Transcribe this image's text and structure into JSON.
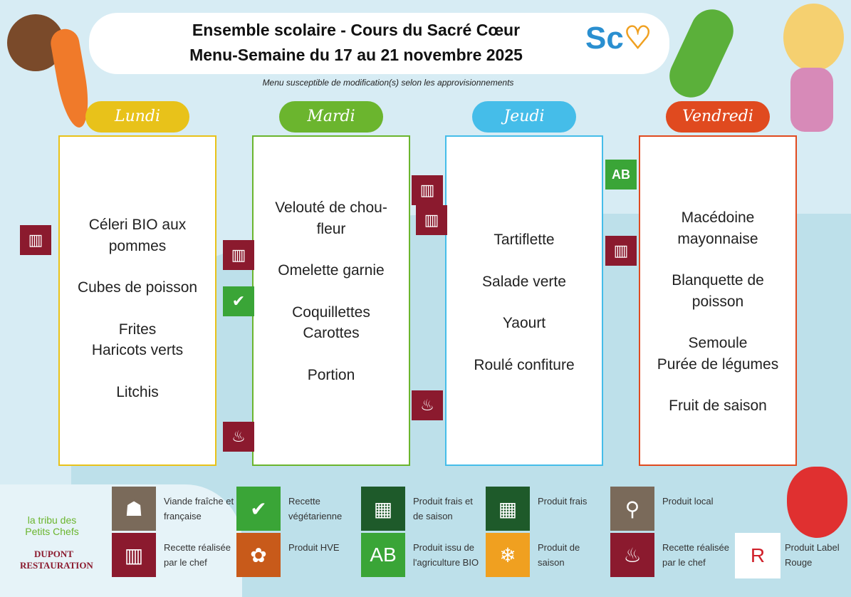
{
  "header": {
    "title_line1": "Ensemble scolaire - Cours du Sacré Cœur",
    "title_line2": "Menu-Semaine du 17 au 21 novembre 2025",
    "subtitle": "Menu susceptible de modification(s) selon les approvisionnements",
    "logo": "Sc"
  },
  "days": [
    {
      "name": "Lundi",
      "color": "#e8c21a",
      "items": [
        "Céleri BIO aux pommes",
        "Cubes de poisson",
        "Frites\nHaricots verts",
        "Litchis"
      ]
    },
    {
      "name": "Mardi",
      "color": "#6bb52e",
      "items": [
        "Velouté de chou-fleur",
        "Omelette garnie",
        "Coquillettes\nCarottes",
        "Portion"
      ]
    },
    {
      "name": "Jeudi",
      "color": "#45bde9",
      "items": [
        "Tartiflette",
        "Salade verte",
        "Yaourt",
        "Roulé confiture"
      ]
    },
    {
      "name": "Vendredi",
      "color": "#e04a1f",
      "items": [
        "Macédoine mayonnaise",
        "Blanquette de poisson",
        "Semoule\nPurée de légumes",
        "Fruit de saison"
      ]
    }
  ],
  "legend": [
    {
      "label": "Viande fraîche et française",
      "icon": "french-meat-icon",
      "color": "#7a6a5a"
    },
    {
      "label": "Recette végétarienne",
      "icon": "vegetarian-leaf-icon",
      "color": "#3aa537"
    },
    {
      "label": "Produit frais et de saison",
      "icon": "fresh-seasonal-icon",
      "color": "#1e5a2a"
    },
    {
      "label": "Produit frais",
      "icon": "fresh-crate-icon",
      "color": "#1e5a2a"
    },
    {
      "label": "Produit local",
      "icon": "location-pin-icon",
      "color": "#7a6a5a"
    },
    {
      "label": "Recette réalisée par le chef",
      "icon": "chef-hat-icon",
      "color": "#8b1a2e"
    },
    {
      "label": "Produit HVE",
      "icon": "hve-icon",
      "color": "#c85a1a"
    },
    {
      "label": "Produit issu de l'agriculture BIO",
      "icon": "ab-bio-icon",
      "color": "#3aa537"
    },
    {
      "label": "Produit de saison",
      "icon": "season-icon",
      "color": "#f0a020"
    },
    {
      "label": "Recette réalisée par le chef",
      "icon": "cupcake-icon",
      "color": "#8b1a2e"
    },
    {
      "label": "Produit Label Rouge",
      "icon": "label-rouge-icon",
      "color": "#ffffff"
    }
  ],
  "badges": {
    "ab": "AB"
  },
  "footer": {
    "brand1": "la tribu des Petits Chefs",
    "brand2": "DUPONT RESTAURATION"
  }
}
